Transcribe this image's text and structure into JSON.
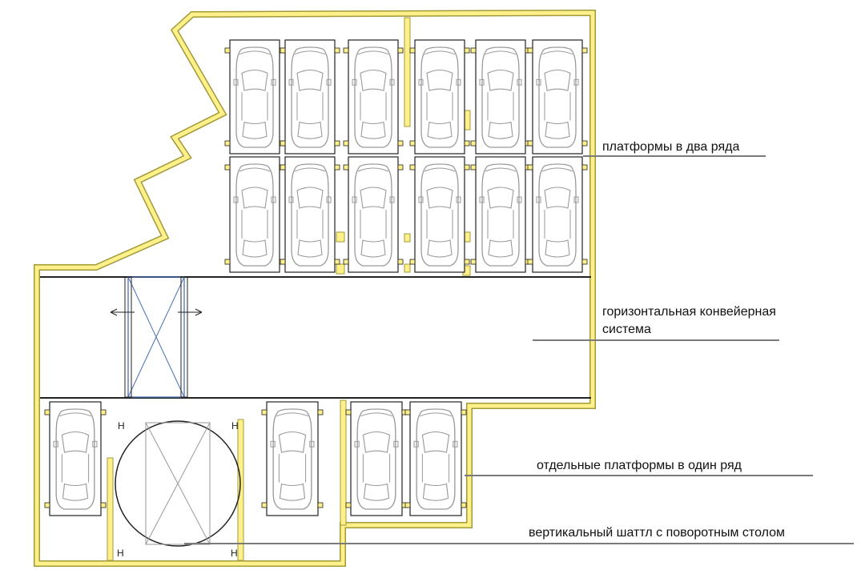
{
  "labels": {
    "double_row": "платформы в два ряда",
    "conveyor_line1": "горизонтальная конвейерная",
    "conveyor_line2": "система",
    "single_row": "отдельные платформы в один ряд",
    "shuttle": "вертикальный шаттл с поворотным столом"
  },
  "colors": {
    "wall_fill": "#fff08a",
    "wall_stroke": "#a09a3a",
    "line": "#222222",
    "car": "#9a9a9a",
    "shuttle_cross": "#4a6fb5",
    "leader": "#7a7a7a"
  },
  "icons": {
    "car": "car-top-view-icon",
    "arrow_left": "arrow-left-icon",
    "arrow_right": "arrow-right-icon"
  }
}
